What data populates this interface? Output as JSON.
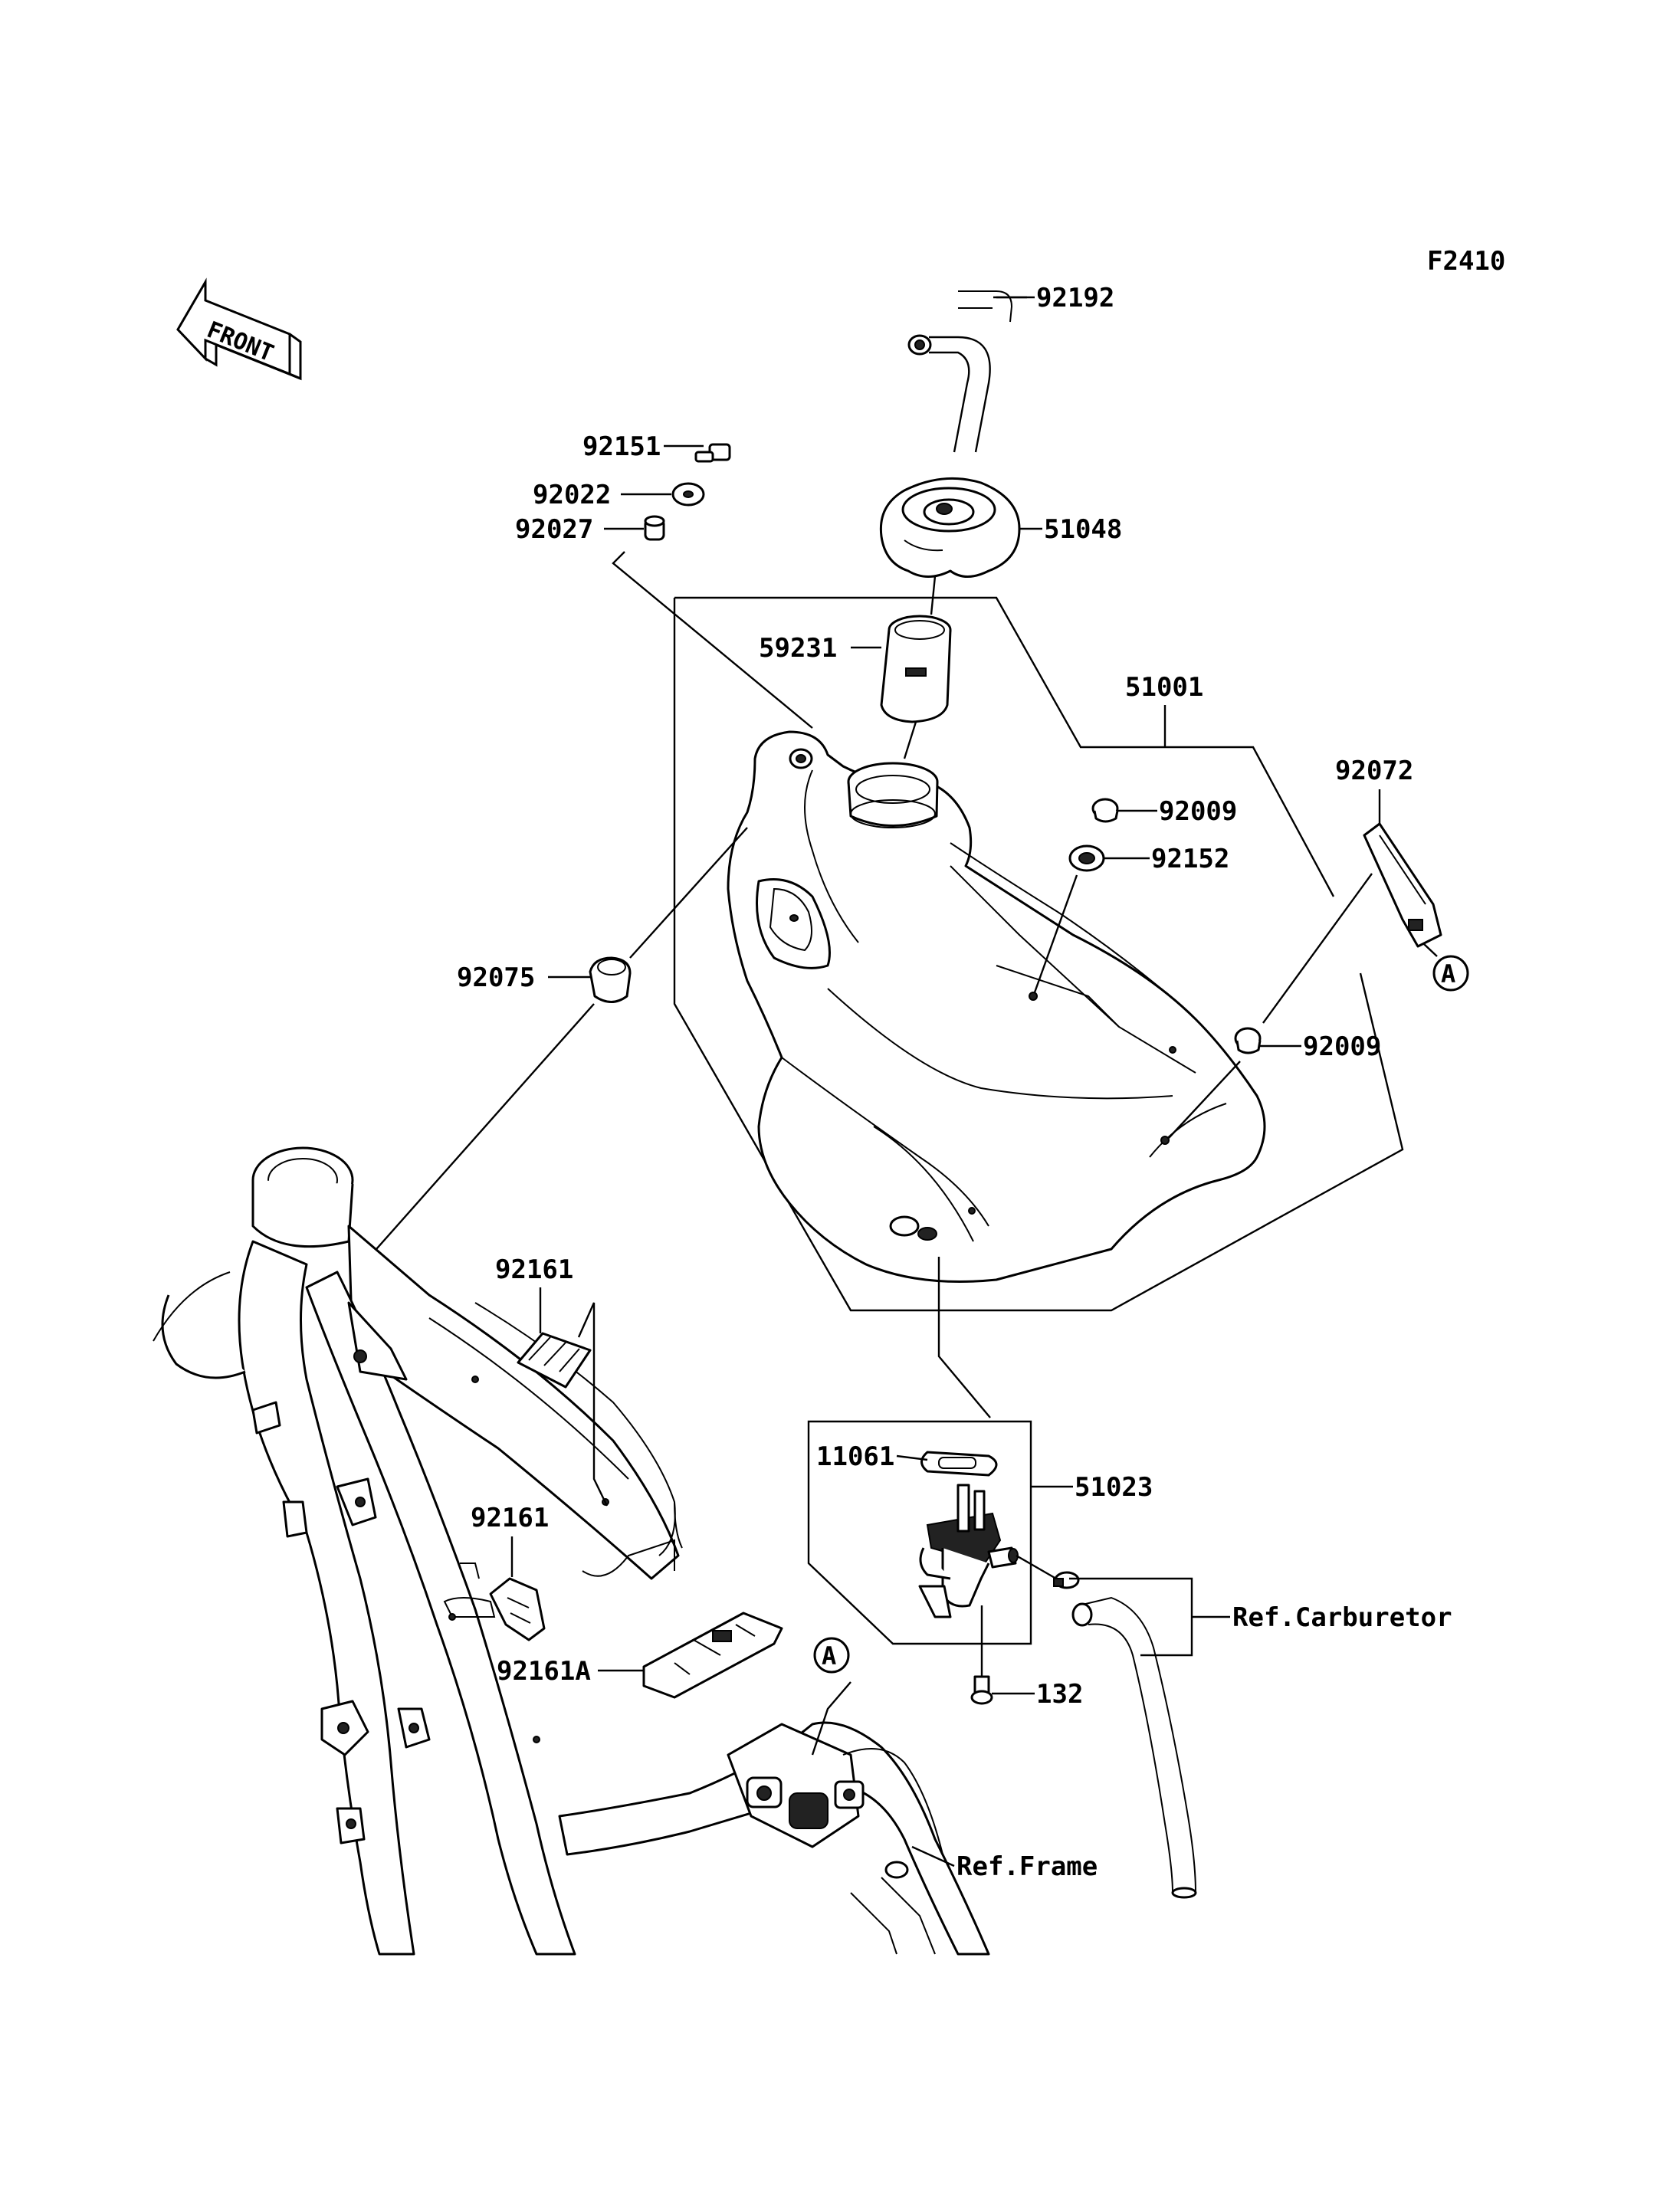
{
  "figure_code": "F2410",
  "front_label": "FRONT",
  "callouts": {
    "p92192": "92192",
    "p92151": "92151",
    "p92022": "92022",
    "p92027": "92027",
    "p51048": "51048",
    "p59231": "59231",
    "p51001": "51001",
    "p92072": "92072",
    "p92009a": "92009",
    "p92152": "92152",
    "p92075": "92075",
    "p92009b": "92009",
    "p92161a": "92161",
    "p92161b": "92161",
    "p92161A": "92161A",
    "p11061": "11061",
    "p51023": "51023",
    "p132": "132",
    "ref_carburetor": "Ref.Carburetor",
    "ref_frame": "Ref.Frame",
    "marker_a1": "A",
    "marker_a2": "A"
  }
}
